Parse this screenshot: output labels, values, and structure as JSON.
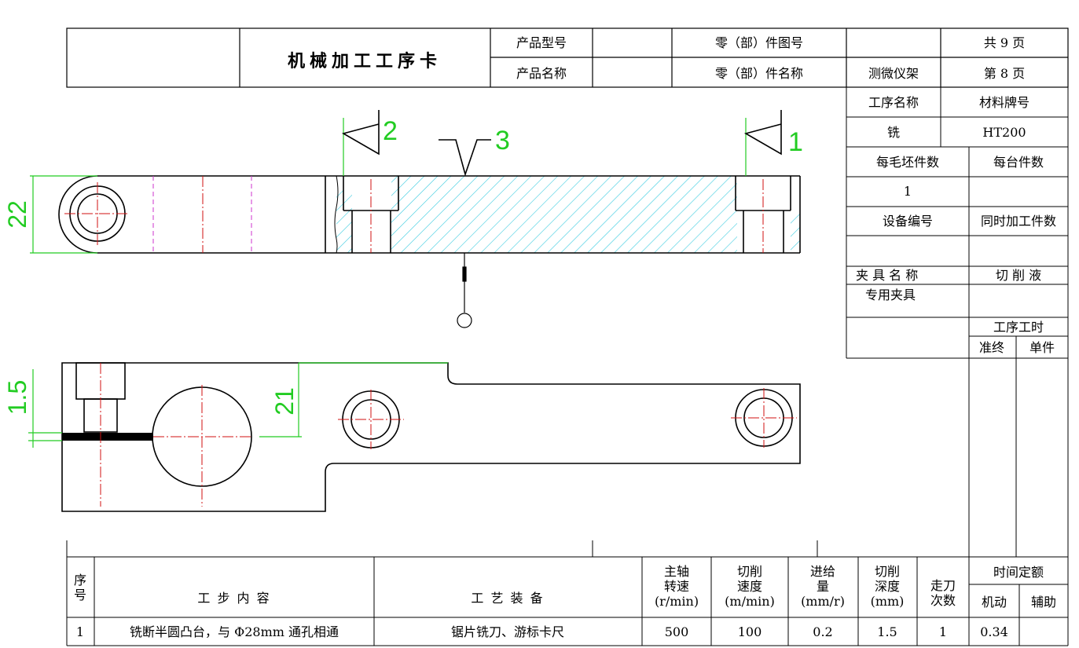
{
  "header": {
    "title": "机械加工工序卡",
    "product_model_label": "产品型号",
    "product_name_label": "产品名称",
    "part_drawing_no_label": "零（部）件图号",
    "part_name_label": "零（部）件名称",
    "part_name_value": "测微仪架",
    "total_pages": "共 9 页",
    "page_no": "第 8 页"
  },
  "side": {
    "process_name_label": "工序名称",
    "process_name_value": "铣",
    "material_label": "材料牌号",
    "material_value": "HT200",
    "per_blank_label": "每毛坯件数",
    "per_blank_value": "1",
    "per_machine_label": "每台件数",
    "equipment_no_label": "设备编号",
    "simultaneous_label": "同时加工件数",
    "fixture_label": "夹 具 名 称",
    "fixture_value": "专用夹具",
    "coolant_label": "切 削 液",
    "process_time_label": "工序工时",
    "prep_label": "准终",
    "unit_label": "单件"
  },
  "drawing": {
    "rough_2": "2",
    "rough_3": "3",
    "rough_1": "1",
    "dim_22": "22",
    "dim_21": "21",
    "dim_1_5": "1.5"
  },
  "table": {
    "headers": {
      "seq": "序号",
      "content": "工 步 内 容",
      "equip": "工 艺 装 备",
      "spindle": [
        "主轴",
        "转速",
        "(r/min)"
      ],
      "speed": [
        "切削",
        "速度",
        "(m/min)"
      ],
      "feed": [
        "进给",
        "量",
        "(mm/r)"
      ],
      "depth": [
        "切削",
        "深度",
        "(mm)"
      ],
      "passes": [
        "走刀",
        "次数"
      ],
      "time_quota": "时间定额",
      "machine": "机动",
      "aux": "辅助"
    },
    "rows": [
      {
        "seq": "1",
        "content": "铣断半圆凸台，与 Φ28mm 通孔相通",
        "equip": "锯片铣刀、游标卡尺",
        "spindle": "500",
        "speed": "100",
        "feed": "0.2",
        "depth": "1.5",
        "passes": "1",
        "machine": "0.34",
        "aux": ""
      }
    ]
  },
  "colors": {
    "outline": "#000000",
    "centerline": "#d01010",
    "dim": "#22cc22",
    "hatch": "#3ccce0",
    "hidden": "#cc33cc"
  }
}
